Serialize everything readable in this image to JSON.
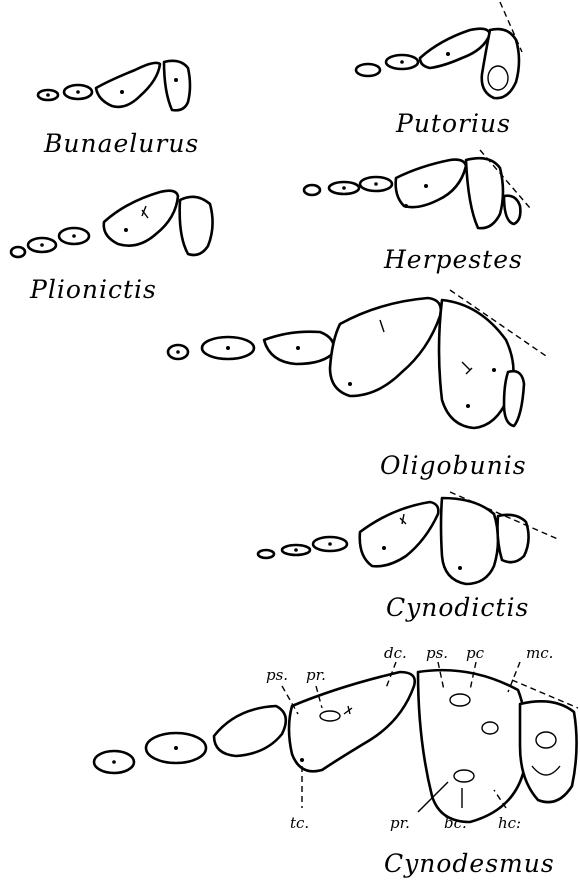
{
  "figure": {
    "genera": {
      "bunaelurus": "Bunaelurus",
      "putorius": "Putorius",
      "plionictis": "Plionictis",
      "herpestes": "Herpestes",
      "oligobunis": "Oligobunis",
      "cynodictis": "Cynodictis",
      "cynodesmus": "Cynodesmus"
    },
    "cusp_labels": {
      "ps_left": "ps.",
      "pr_top": "pr.",
      "dc": "dc.",
      "ps_right": "ps.",
      "pc": "pc",
      "mc": "mc.",
      "tc": "tc.",
      "pr_bottom": "pr.",
      "bc": "bc.",
      "hc": "hc:"
    }
  }
}
